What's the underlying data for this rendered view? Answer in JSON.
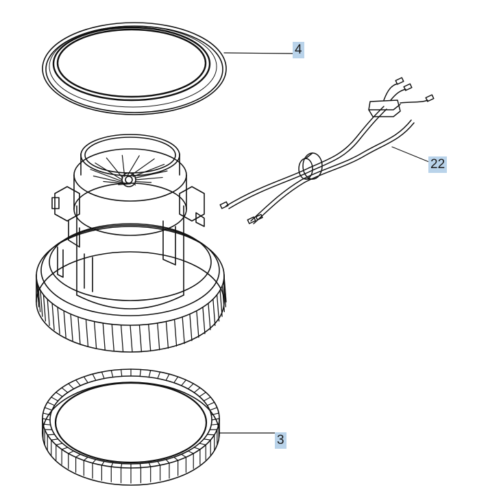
{
  "callouts": {
    "ring_gasket": "4",
    "wiring_harness": "22",
    "motor_base_ring": "3"
  },
  "colors": {
    "line": "#111111",
    "callout_bg": "#b9d3ea"
  }
}
